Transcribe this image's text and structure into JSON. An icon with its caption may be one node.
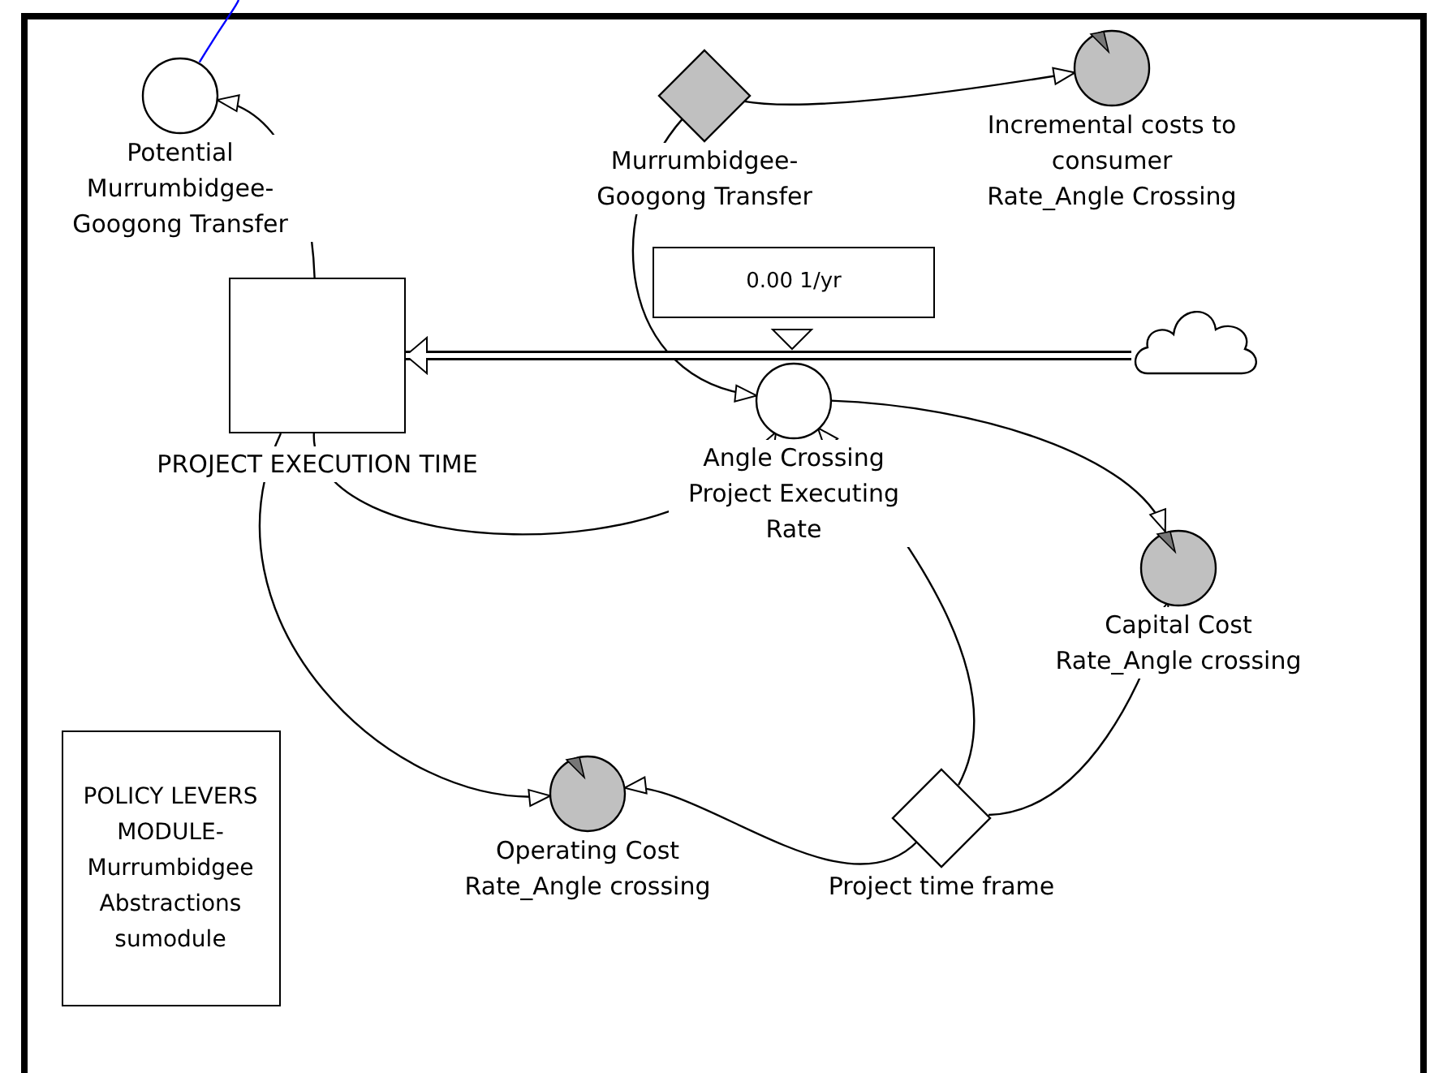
{
  "diagram": {
    "nodes": [
      {
        "text": [
          "Potential Murrumbidgee- Googong Transfer"
        ]
      },
      {
        "text": [
          "Murrumbidgee- Googong Transfer"
        ]
      },
      {
        "text": [
          "Incremental costs to consumer Rate_Angle Crossing"
        ]
      },
      {
        "text": [
          "0.00 1/yr"
        ]
      },
      {
        "text": [
          "PROJECT EXECUTION TIME"
        ]
      },
      {
        "text": [
          "Angle Crossing Project Executing Rate"
        ]
      },
      {
        "text": [],
        "shape": "cloud"
      },
      {
        "text": [
          "Capital Cost Rate_Angle crossing"
        ]
      },
      {
        "text": [
          "POLICY LEVERS MODULE- Murrumbidgee Abstractions sumodule"
        ]
      },
      {
        "text": [
          "Operating Cost Rate_Angle crossing"
        ]
      },
      {
        "text": [
          "Project time frame"
        ]
      }
    ],
    "edges": [
      {
        "from": 0,
        "to": null,
        "arrow": "none",
        "color": "#0000ff"
      },
      {
        "from": 4,
        "to": 0,
        "arrow": "to"
      },
      {
        "from": 1,
        "to": 2,
        "arrow": "to"
      },
      {
        "from": 1,
        "to": 5,
        "arrow": "to"
      },
      {
        "from": 6,
        "to": 4,
        "arrow": "to",
        "style": "thick"
      },
      {
        "from": 4,
        "to": 5,
        "arrow": "to"
      },
      {
        "from": 4,
        "to": 9,
        "arrow": "to"
      },
      {
        "from": 5,
        "to": 7,
        "arrow": "to"
      },
      {
        "from": 10,
        "to": 5,
        "arrow": "to"
      },
      {
        "from": 10,
        "to": 9,
        "arrow": "to"
      },
      {
        "from": 10,
        "to": 7,
        "arrow": "to"
      }
    ]
  }
}
